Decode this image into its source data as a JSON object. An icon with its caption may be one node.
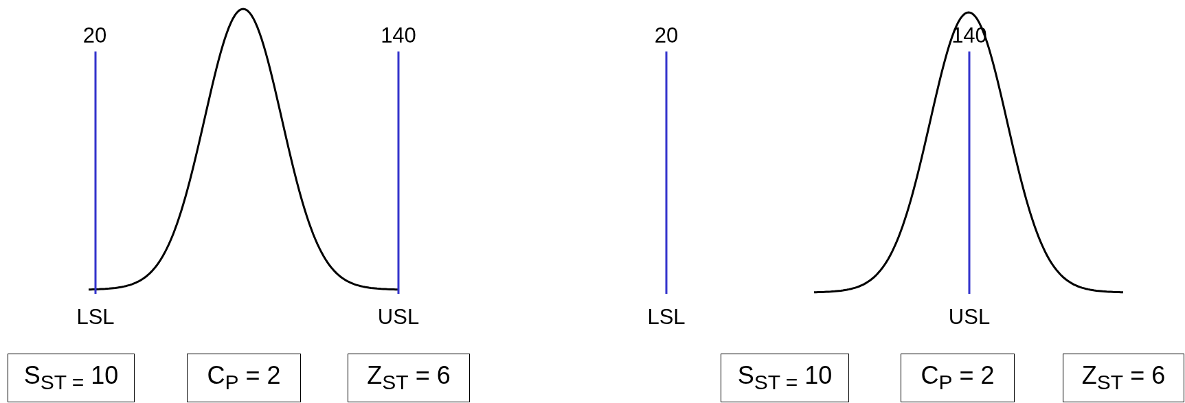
{
  "diagram": {
    "nodes": [
      {
        "text": [
          "S$_{ST =}$ 10"
        ]
      },
      {
        "text": [
          "C$_{P}$ = 2"
        ]
      },
      {
        "text": [
          "Z$_{ST}$ = 6"
        ]
      },
      {
        "text": [
          "S$_{ST =}$ 10"
        ]
      },
      {
        "text": [
          "C$_{P}$ = 2"
        ]
      },
      {
        "text": [
          "Z$_{ST}$ = 6"
        ]
      }
    ],
    "edges": [],
    "labels": [
      "20",
      "140",
      "20",
      "140",
      "LSL",
      "USL",
      "LSL",
      "USL"
    ]
  }
}
